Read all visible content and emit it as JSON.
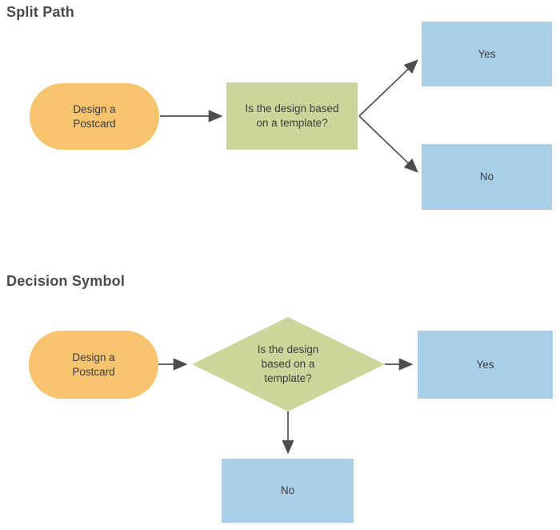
{
  "colors": {
    "background": "#ffffff",
    "stadium_fill": "#f7c36e",
    "process_fill": "#cbd69b",
    "terminal_fill": "#a9cfe8",
    "connector": "#4d4d4d",
    "title_text": "#4a4a4a",
    "shape_text": "#3c3c3c"
  },
  "sections": {
    "split_path": {
      "title": "Split Path",
      "start_label": "Design a\nPostcard",
      "question_label": "Is the design based\non a template?",
      "yes_label": "Yes",
      "no_label": "No"
    },
    "decision_symbol": {
      "title": "Decision Symbol",
      "start_label": "Design a\nPostcard",
      "question_label": "Is the design\nbased on a\ntemplate?",
      "yes_label": "Yes",
      "no_label": "No"
    }
  }
}
